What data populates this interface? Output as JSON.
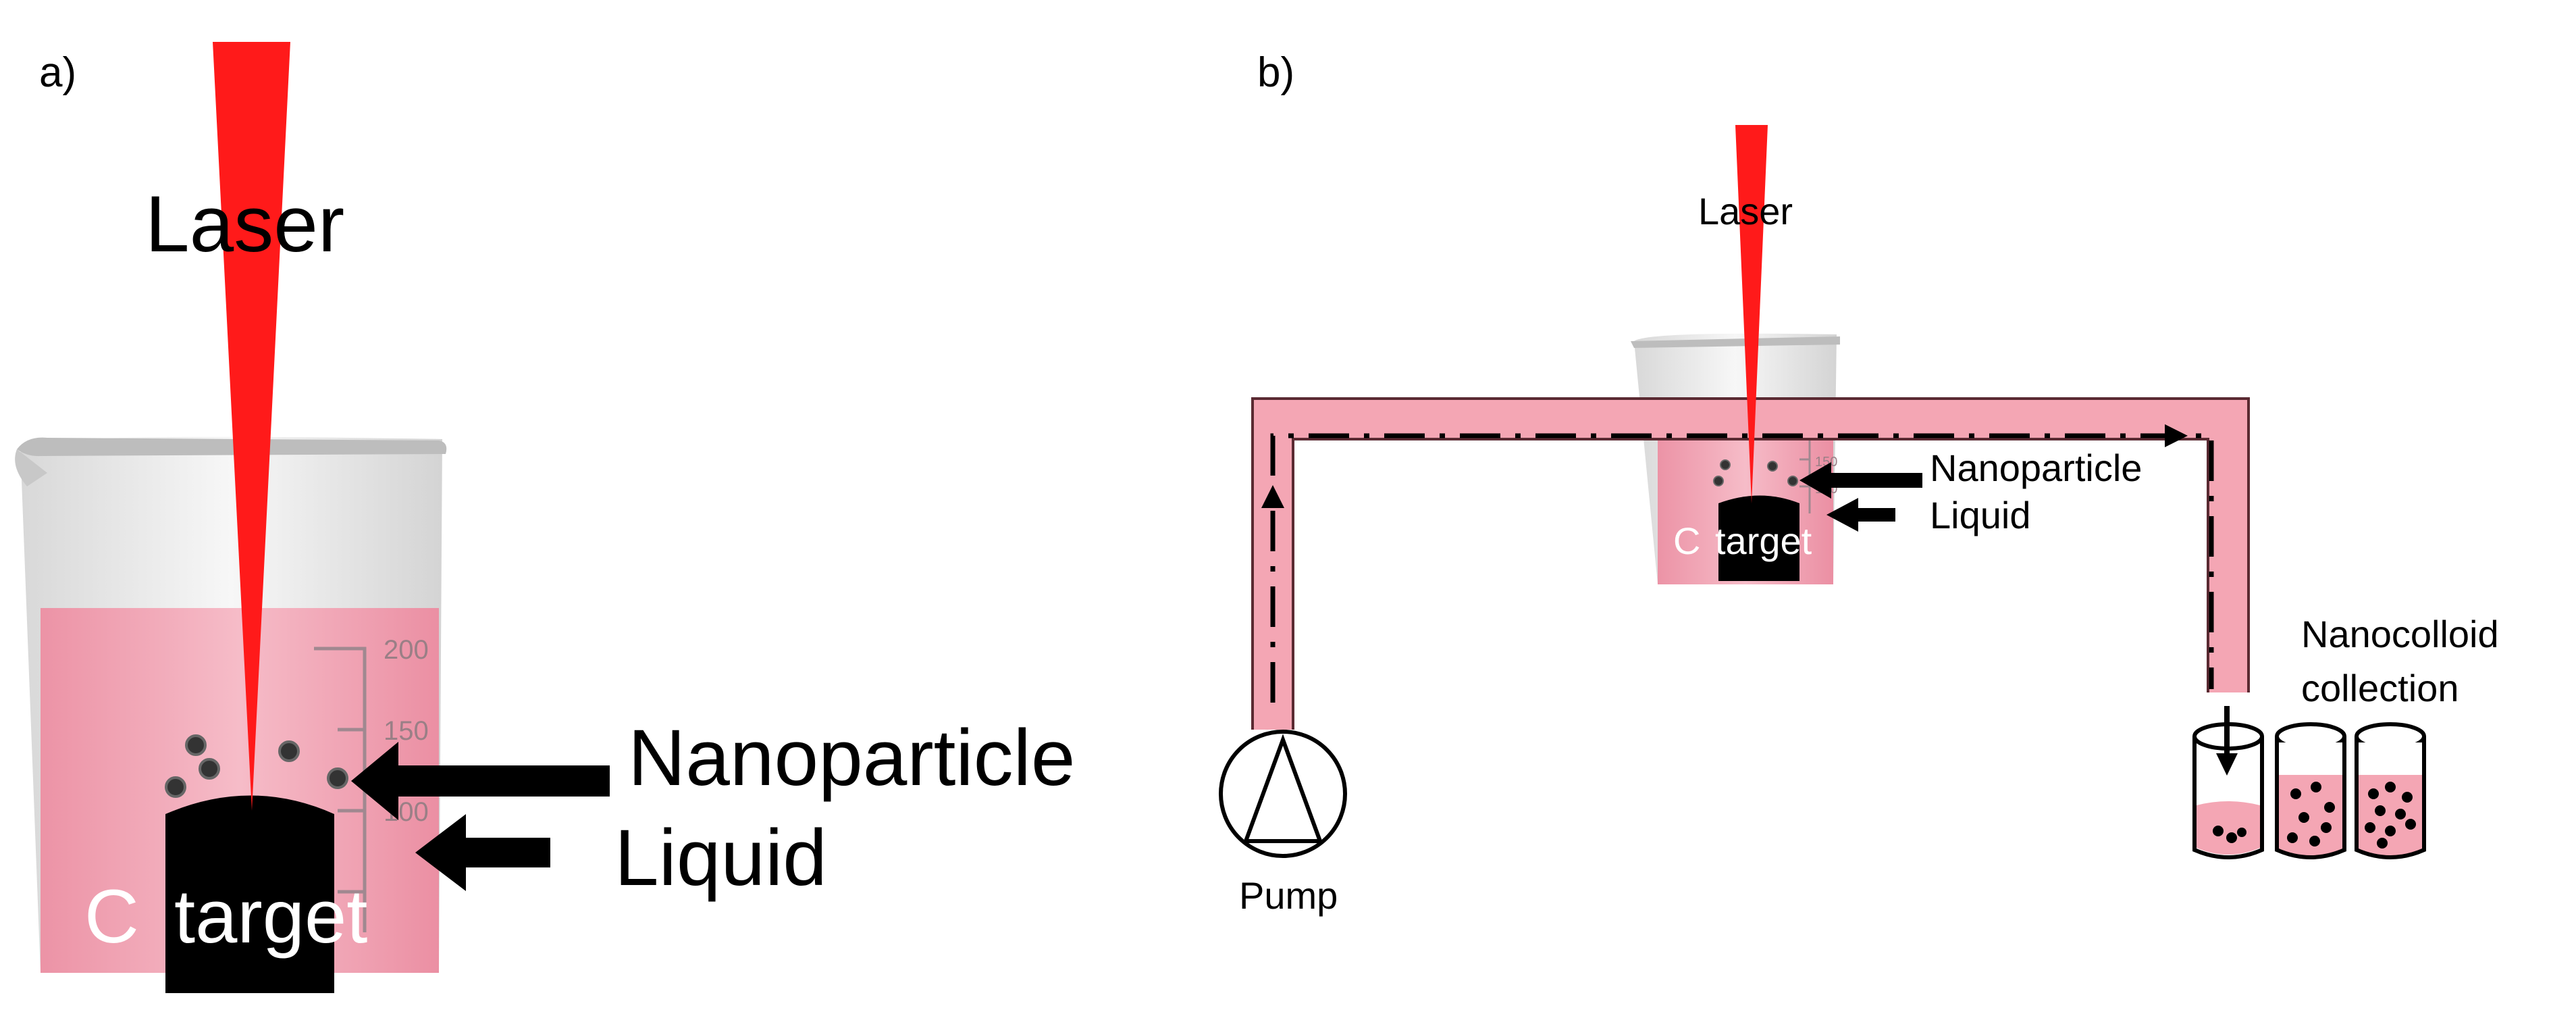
{
  "panel_a": {
    "label": "a)",
    "laser_label": "Laser",
    "nanoparticle_label": "Nanoparticle",
    "liquid_label": "Liquid",
    "target_c": "C",
    "target_word": "target",
    "grad_200": "200",
    "grad_150": "150",
    "grad_100": "100"
  },
  "panel_b": {
    "label": "b)",
    "laser_label": "Laser",
    "nanoparticle_label": "Nanoparticle",
    "liquid_label": "Liquid",
    "target_c": "C",
    "target_word": "target",
    "pump_label": "Pump",
    "collection_line1": "Nanocolloid",
    "collection_line2": "collection",
    "grad_150": "150",
    "grad_100": "100"
  },
  "colors": {
    "laser": "#ff1a1a",
    "liquid": "#f3a9b8",
    "tube": "#f4a6b4",
    "target": "#000000"
  }
}
